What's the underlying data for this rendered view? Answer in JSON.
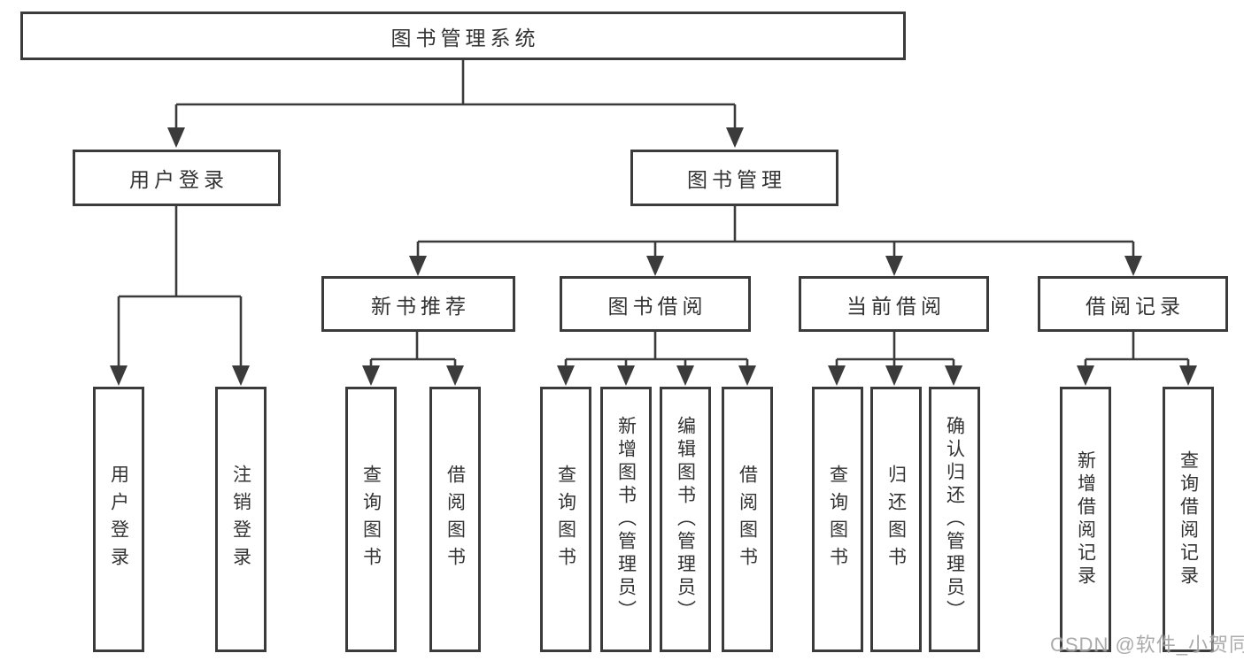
{
  "title": "图书管理系统",
  "nodes": {
    "root": {
      "label": "图书管理系统"
    },
    "level2": [
      {
        "label": "用户登录"
      },
      {
        "label": "图书管理"
      }
    ],
    "level3": [
      {
        "label": "新书推荐",
        "parent": "图书管理"
      },
      {
        "label": "图书借阅",
        "parent": "图书管理"
      },
      {
        "label": "当前借阅",
        "parent": "图书管理"
      },
      {
        "label": "借阅记录",
        "parent": "图书管理"
      }
    ],
    "level4": [
      {
        "label": "用户登录",
        "parent": "用户登录"
      },
      {
        "label": "注销登录",
        "parent": "用户登录"
      },
      {
        "label": "查询图书",
        "parent": "新书推荐"
      },
      {
        "label": "借阅图书",
        "parent": "新书推荐"
      },
      {
        "label": "查询图书",
        "parent": "图书借阅"
      },
      {
        "label": "新增图书（管理员）",
        "parent": "图书借阅"
      },
      {
        "label": "编辑图书（管理员）",
        "parent": "图书借阅"
      },
      {
        "label": "借阅图书",
        "parent": "图书借阅"
      },
      {
        "label": "查询图书",
        "parent": "当前借阅"
      },
      {
        "label": "归还图书",
        "parent": "当前借阅"
      },
      {
        "label": "确认归还（管理员）",
        "parent": "当前借阅"
      },
      {
        "label": "新增借阅记录",
        "parent": "借阅记录"
      },
      {
        "label": "查询借阅记录",
        "parent": "借阅记录"
      }
    ]
  },
  "watermark": {
    "text": "CSDN @软件_小贺同学"
  },
  "colors": {
    "line": "#3b3b3b",
    "node_border": "#3b3b3b",
    "text": "#333333",
    "background": "#ffffff",
    "watermark": "#969696"
  }
}
